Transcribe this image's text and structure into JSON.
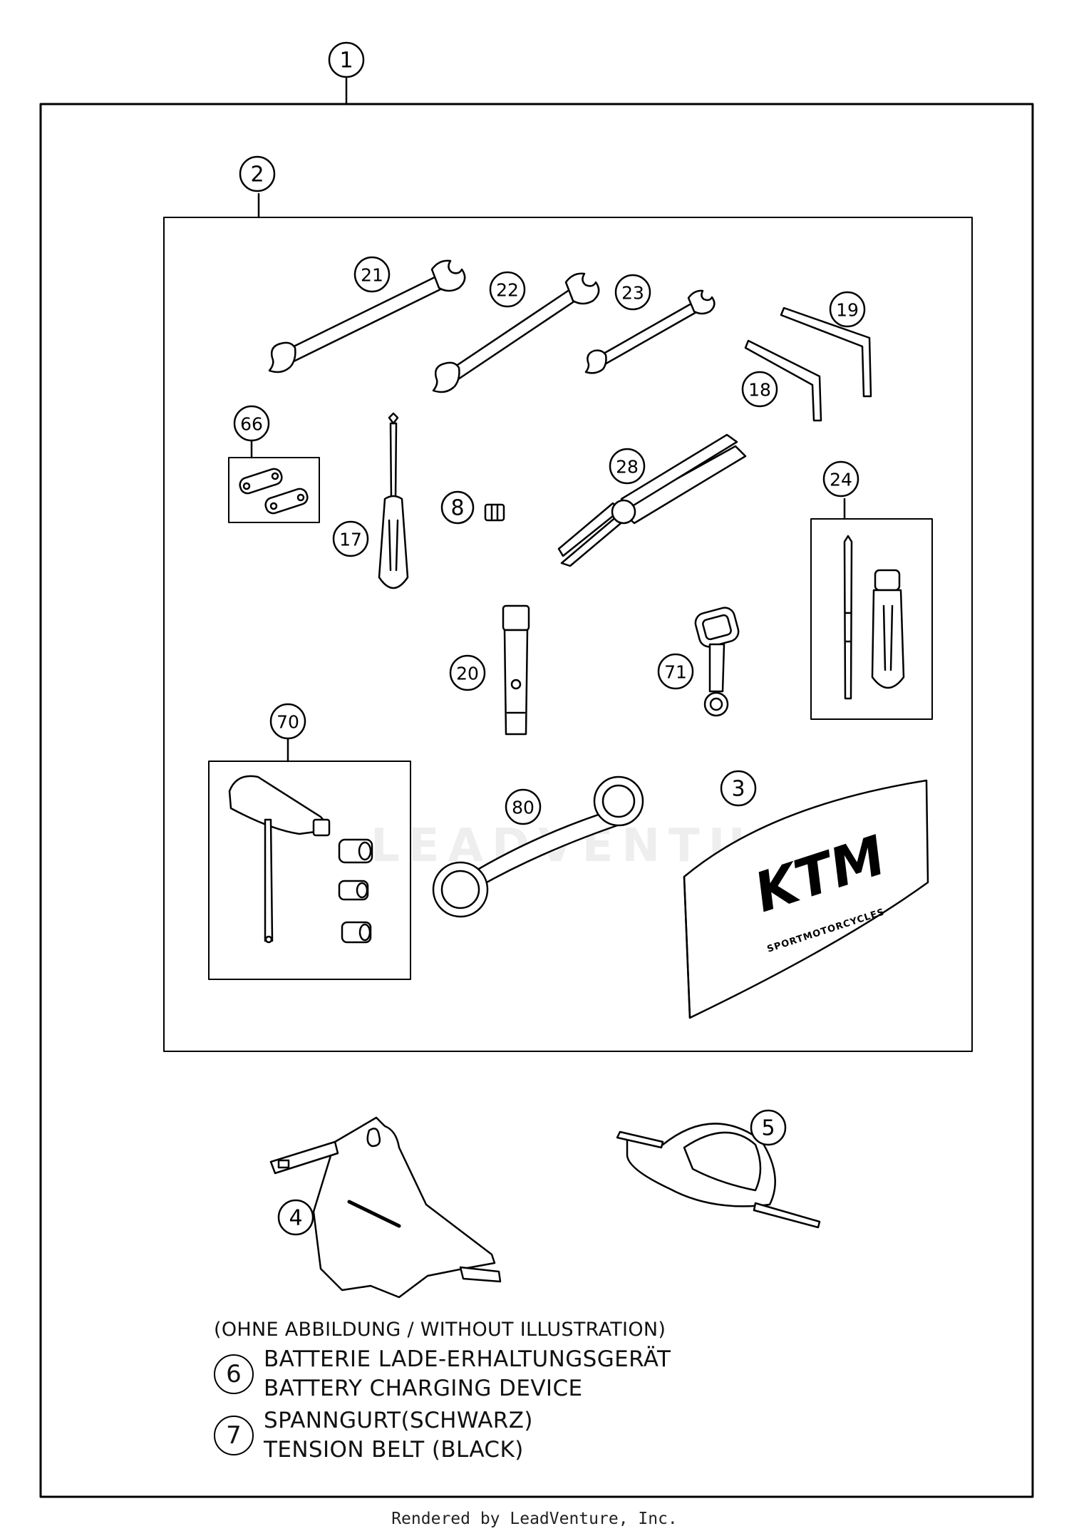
{
  "callouts": {
    "c1": "1",
    "c2": "2",
    "c3": "3",
    "c4": "4",
    "c5": "5",
    "c8": "8",
    "c17": "17",
    "c18": "18",
    "c19": "19",
    "c20": "20",
    "c21": "21",
    "c22": "22",
    "c23": "23",
    "c24": "24",
    "c28": "28",
    "c66": "66",
    "c70": "70",
    "c71": "71",
    "c80": "80"
  },
  "logo": {
    "brand": "KTM",
    "tagline": "SPORTMOTORCYCLES"
  },
  "watermark": "LEADVENTURE",
  "legend": {
    "note": "(OHNE ABBILDUNG / WITHOUT ILLUSTRATION)",
    "items": [
      {
        "num": "6",
        "line1": "BATTERIE LADE-ERHALTUNGSGERÄT",
        "line2": "BATTERY CHARGING DEVICE"
      },
      {
        "num": "7",
        "line1": "SPANNGURT(SCHWARZ)",
        "line2": "TENSION BELT (BLACK)"
      }
    ]
  },
  "footer": "Rendered by LeadVenture, Inc."
}
